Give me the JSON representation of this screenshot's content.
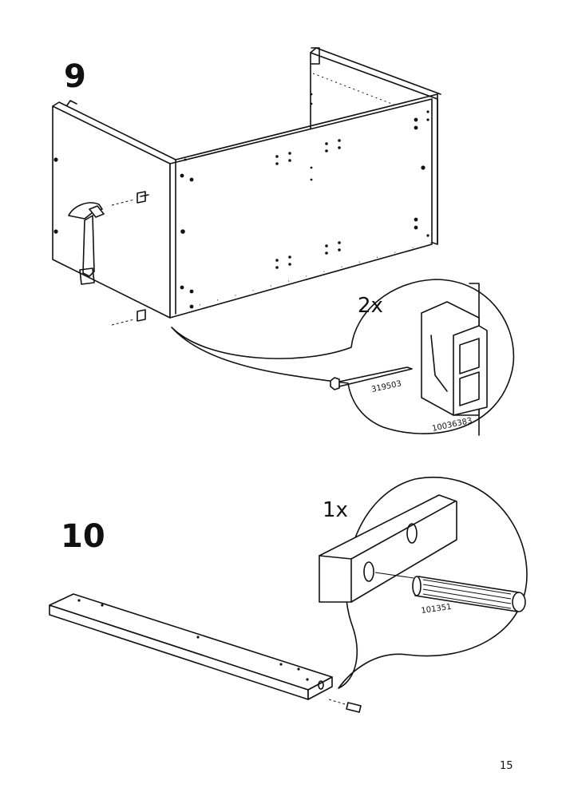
{
  "steps": [
    {
      "number": "9",
      "quantity": "2x",
      "parts": [
        "319503",
        "10036383"
      ]
    },
    {
      "number": "10",
      "quantity": "1x",
      "parts": [
        "101351"
      ]
    }
  ],
  "page_number": "15"
}
